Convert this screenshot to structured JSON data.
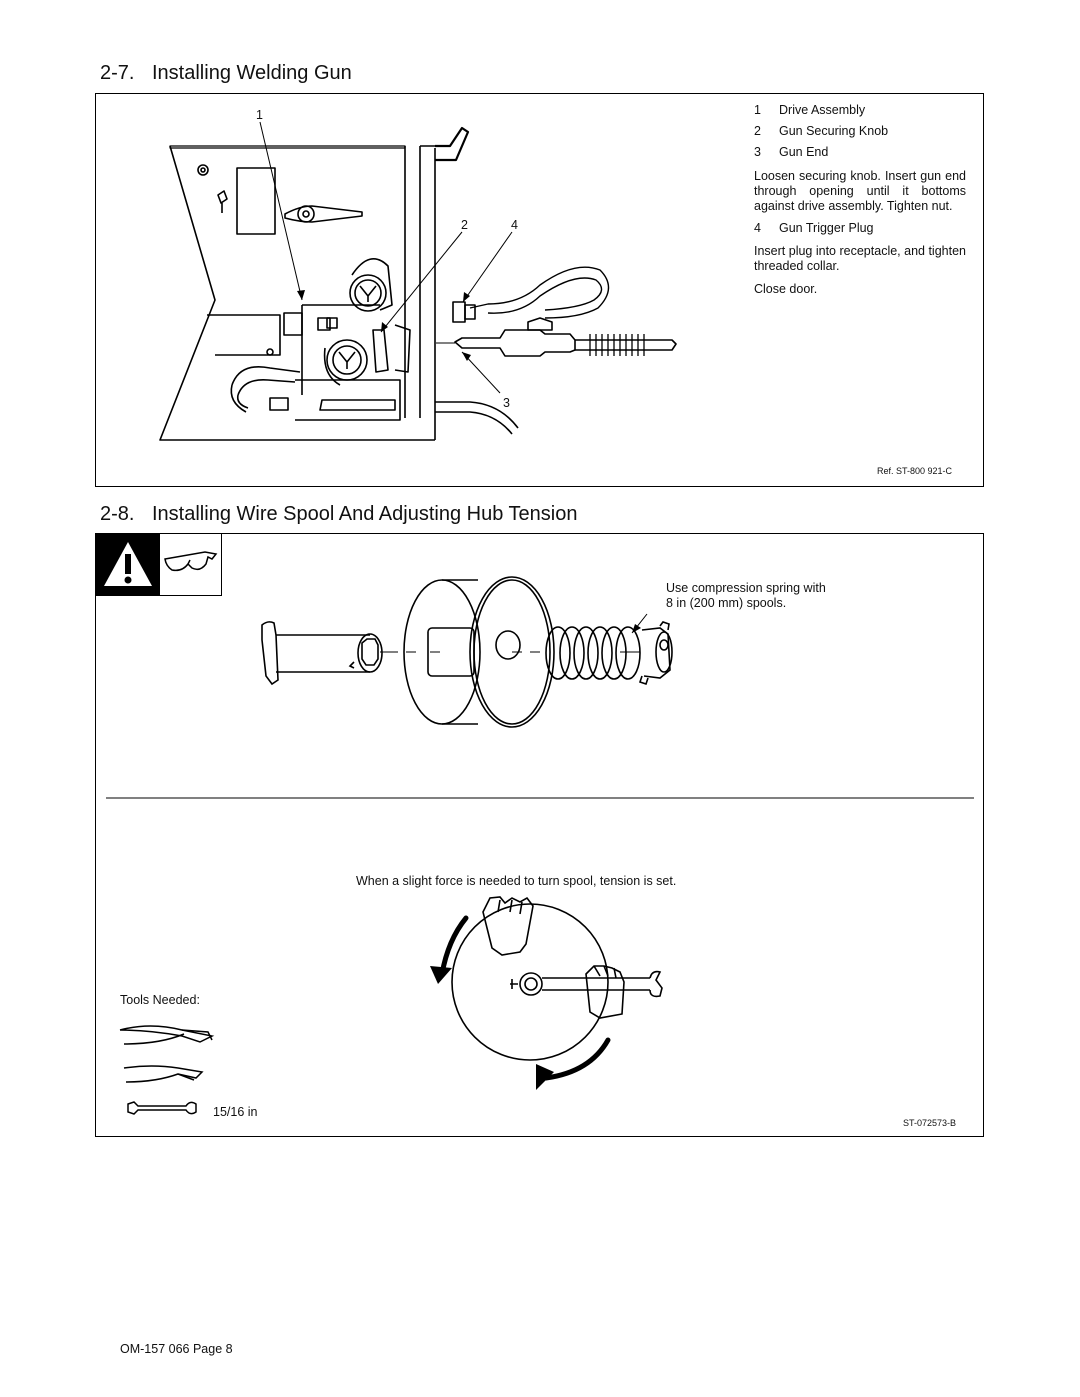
{
  "section1": {
    "number": "2-7.",
    "title": "Installing Welding Gun",
    "callouts": [
      "1",
      "2",
      "4",
      "3"
    ],
    "legend": [
      {
        "n": "1",
        "label": "Drive Assembly"
      },
      {
        "n": "2",
        "label": "Gun Securing Knob"
      },
      {
        "n": "3",
        "label": "Gun End"
      }
    ],
    "para1": "Loosen securing knob. Insert gun end through opening until it bottoms against drive assembly. Tighten nut.",
    "legend2": {
      "n": "4",
      "label": "Gun Trigger Plug"
    },
    "para2": "Insert plug into receptacle, and tighten threaded collar.",
    "para3": "Close door.",
    "ref": "Ref. ST-800 921-C"
  },
  "section2": {
    "number": "2-8.",
    "title": "Installing Wire Spool And Adjusting Hub Tension",
    "spring_note_line1": "Use compression spring with",
    "spring_note_line2": "8 in (200 mm) spools.",
    "tension_note": "When a slight force is needed to turn spool, tension is set.",
    "tools_label": "Tools Needed:",
    "wrench_size": "15/16 in",
    "ref": "ST-072573-B"
  },
  "footer": {
    "page": "OM-157 066 Page 8"
  },
  "icons": [
    "warning-icon",
    "safety-glasses-icon",
    "pliers-icon",
    "diagonal-cutter-icon",
    "wrench-icon"
  ]
}
